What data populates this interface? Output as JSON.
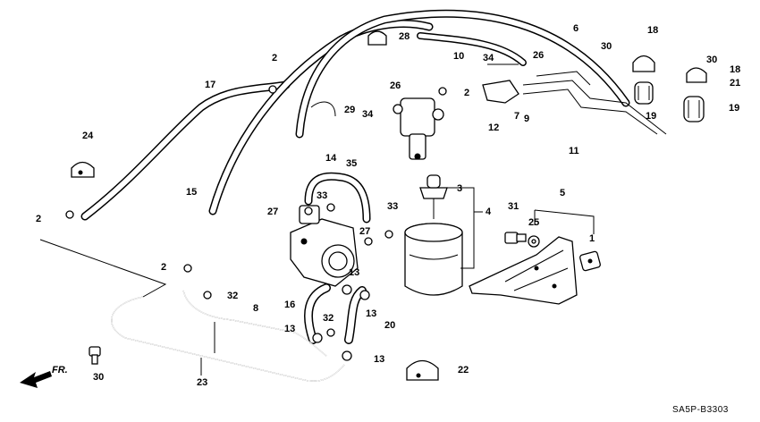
{
  "diagram": {
    "reference_code": "SA5P-B3303",
    "direction_label": "FR.",
    "callouts": [
      "28",
      "6",
      "18",
      "30",
      "30",
      "18",
      "21",
      "10",
      "34",
      "26",
      "2",
      "17",
      "26",
      "2",
      "19",
      "19",
      "29",
      "34",
      "7",
      "9",
      "12",
      "11",
      "24",
      "14",
      "35",
      "3",
      "15",
      "33",
      "31",
      "4",
      "5",
      "27",
      "33",
      "25",
      "2",
      "27",
      "1",
      "2",
      "13",
      "32",
      "8",
      "16",
      "32",
      "13",
      "20",
      "13",
      "13",
      "30",
      "23",
      "22"
    ]
  }
}
